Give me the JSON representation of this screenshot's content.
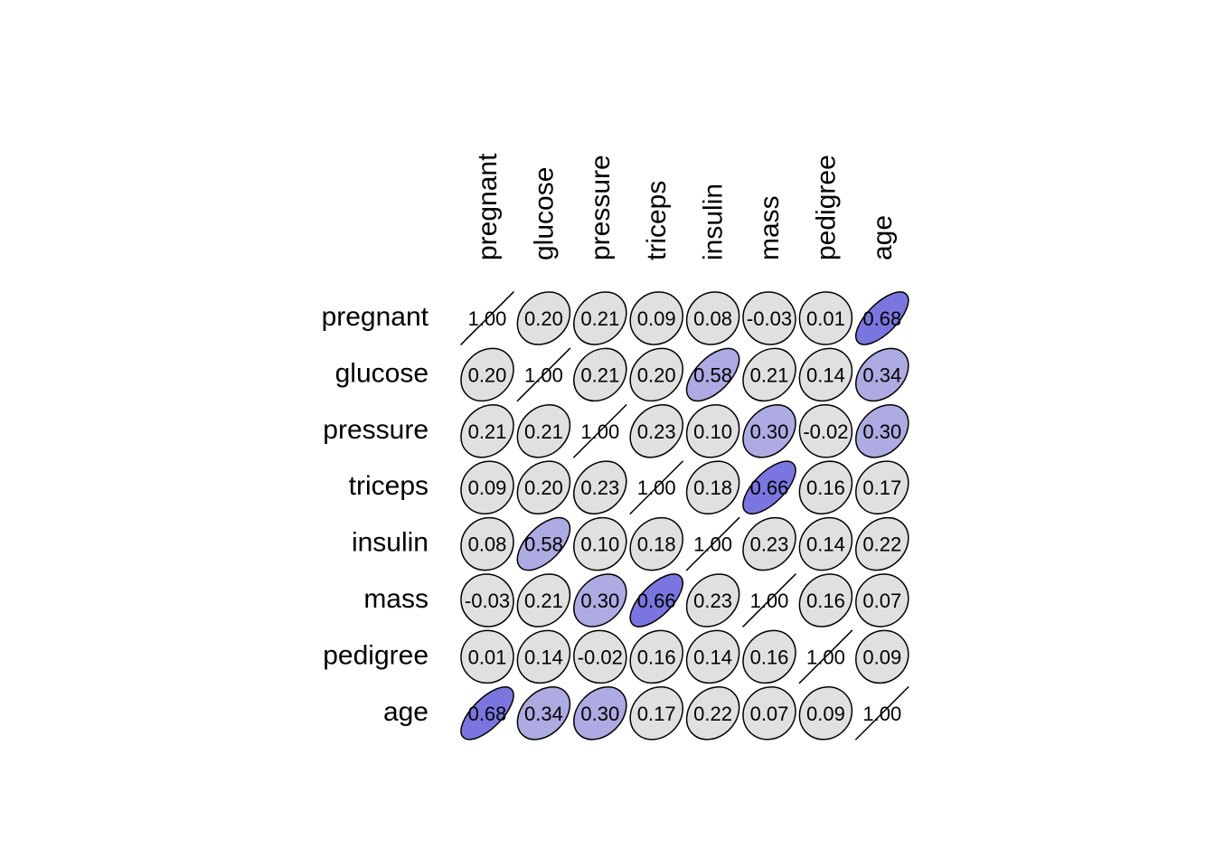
{
  "chart_data": {
    "type": "heatmap",
    "variables": [
      "pregnant",
      "glucose",
      "pressure",
      "triceps",
      "insulin",
      "mass",
      "pedigree",
      "age"
    ],
    "matrix": [
      [
        1.0,
        0.2,
        0.21,
        0.09,
        0.08,
        -0.03,
        0.01,
        0.68
      ],
      [
        0.2,
        1.0,
        0.21,
        0.2,
        0.58,
        0.21,
        0.14,
        0.34
      ],
      [
        0.21,
        0.21,
        1.0,
        0.23,
        0.1,
        0.3,
        -0.02,
        0.3
      ],
      [
        0.09,
        0.2,
        0.23,
        1.0,
        0.18,
        0.66,
        0.16,
        0.17
      ],
      [
        0.08,
        0.58,
        0.1,
        0.18,
        1.0,
        0.23,
        0.14,
        0.22
      ],
      [
        -0.03,
        0.21,
        0.3,
        0.66,
        0.23,
        1.0,
        0.16,
        0.07
      ],
      [
        0.01,
        0.14,
        -0.02,
        0.16,
        0.14,
        0.16,
        1.0,
        0.09
      ],
      [
        0.68,
        0.34,
        0.3,
        0.17,
        0.22,
        0.07,
        0.09,
        1.0
      ]
    ],
    "value_range": [
      -1,
      1
    ],
    "colors": {
      "neutral": "#e0e0e0",
      "weak": "#aeaae2",
      "strong": "#7b76df",
      "stroke": "#000000"
    },
    "grid": false,
    "legend": "none"
  }
}
